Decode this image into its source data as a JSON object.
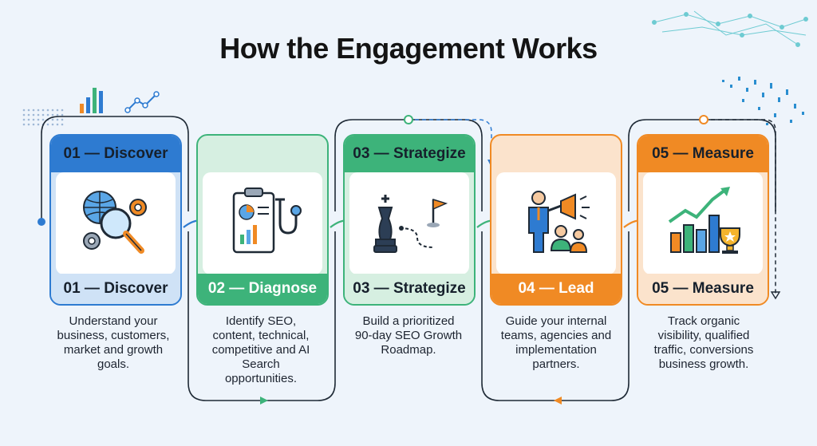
{
  "title": "How the Engagement Works",
  "steps": [
    {
      "head": "01 — Discover",
      "foot": "01 — Discover",
      "icon": "globe-magnifier-gears-icon",
      "desc": [
        "Understand your",
        "business, customers,",
        "market and growth",
        "goals."
      ]
    },
    {
      "head": "",
      "foot": "02 — Diagnose",
      "icon": "clipboard-stethoscope-icon",
      "desc": [
        "Identify SEO,",
        "content, technical,",
        "competitive and AI",
        "Search",
        "opportunities."
      ]
    },
    {
      "head": "03 — Strategize",
      "foot": "03 — Strategize",
      "icon": "chess-king-flag-icon",
      "desc": [
        "Build a prioritized",
        "90-day SEO Growth",
        "Roadmap."
      ]
    },
    {
      "head": "",
      "foot": "04 — Lead",
      "icon": "presenter-megaphone-icon",
      "desc": [
        "Guide your internal",
        "teams, agencies and",
        "implementation",
        "partners."
      ]
    },
    {
      "head": "05 — Measure",
      "foot": "05 — Measure",
      "icon": "growth-chart-trophy-icon",
      "desc": [
        "Track organic",
        "visibility, qualified",
        "traffic, conversions",
        "business growth."
      ]
    }
  ],
  "colors": {
    "blue": "#2e7bd1",
    "green": "#3db37a",
    "orange": "#f08a24",
    "dark": "#1f2a36"
  }
}
